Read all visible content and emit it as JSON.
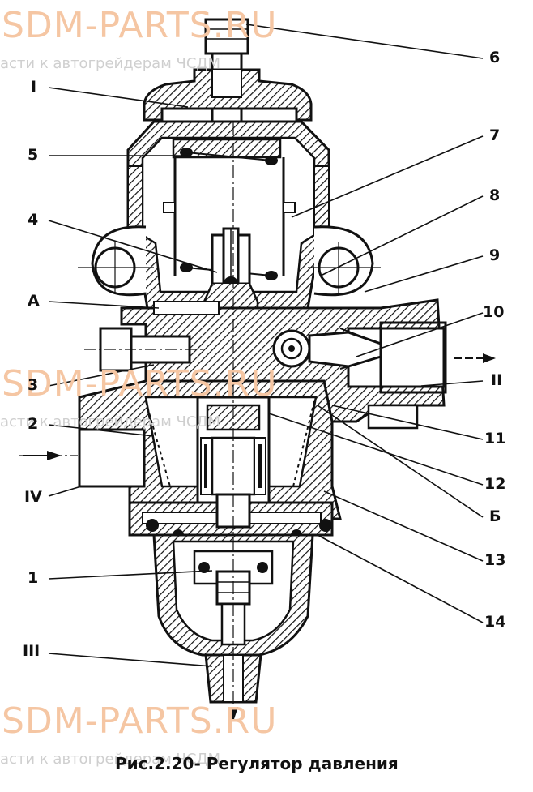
{
  "watermark": {
    "site": "SDM-PARTS.RU",
    "tagline": "асти к автогрейдерам ЧСДМ"
  },
  "caption": "Рис.2.20- Регулятор давления",
  "labels": {
    "l6": "6",
    "l7": "7",
    "l8": "8",
    "l9": "9",
    "l10": "10",
    "lII": "II",
    "l11": "11",
    "l12": "12",
    "lB": "Б",
    "l13": "13",
    "l14": "14",
    "lI": "I",
    "l5": "5",
    "l4": "4",
    "lA": "А",
    "l3": "3",
    "l2": "2",
    "lIV": "IV",
    "l1": "1",
    "lIII": "III"
  }
}
